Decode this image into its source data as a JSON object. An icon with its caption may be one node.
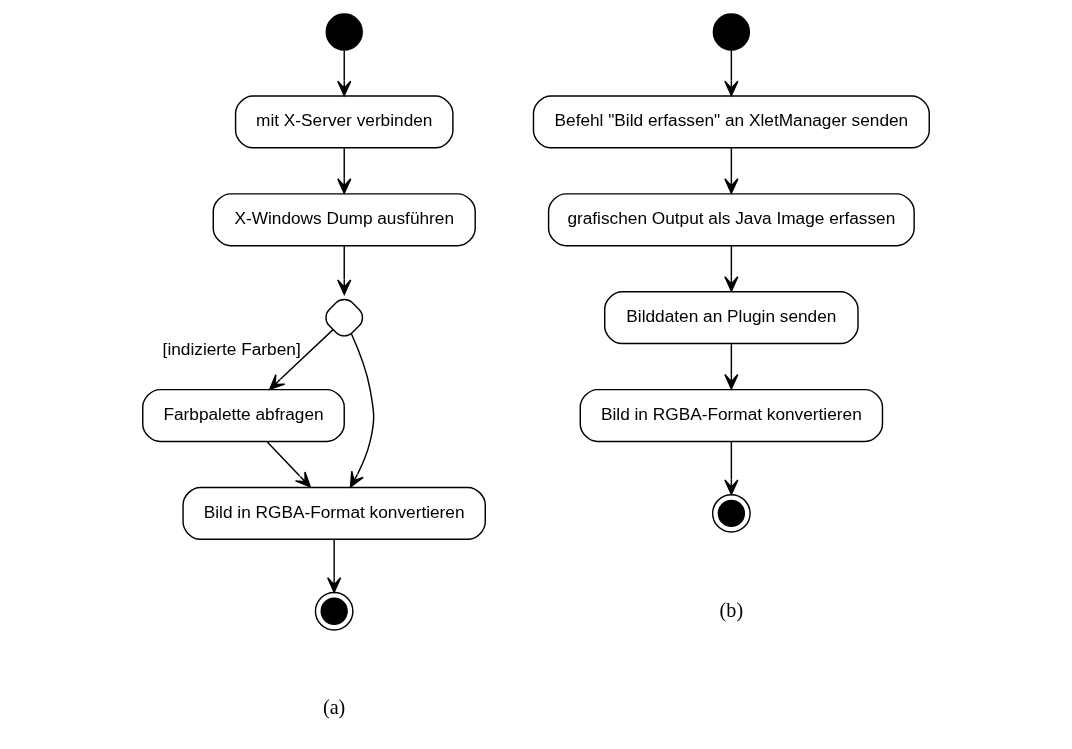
{
  "diagram": {
    "nodes": [
      {
        "text": [],
        "shape": "circle"
      },
      {
        "text": [
          "mit X-Server verbinden"
        ]
      },
      {
        "text": [
          "X-Windows Dump ausführen"
        ]
      },
      {
        "text": [],
        "shape": "diamond"
      },
      {
        "text": [
          "Farbpalette abfragen"
        ]
      },
      {
        "text": [
          "Bild in RGBA-Format konvertieren"
        ]
      },
      {
        "text": [],
        "shape": "bullseye"
      },
      {
        "text": [],
        "shape": "circle"
      },
      {
        "text": [
          "Befehl \"Bild erfassen\" an XletManager senden"
        ]
      },
      {
        "text": [
          "grafischen Output als Java Image erfassen"
        ]
      },
      {
        "text": [
          "Bilddaten an Plugin senden"
        ]
      },
      {
        "text": [
          "Bild in RGBA-Format konvertieren"
        ]
      },
      {
        "text": [],
        "shape": "bullseye"
      }
    ],
    "edges": [
      {
        "from": 0,
        "to": 1,
        "arrow": "to"
      },
      {
        "from": 1,
        "to": 2,
        "arrow": "to"
      },
      {
        "from": 2,
        "to": 3,
        "arrow": "to"
      },
      {
        "from": 3,
        "to": 4,
        "arrow": "to",
        "label": "[indizierte Farben]"
      },
      {
        "from": 3,
        "to": 5,
        "arrow": "to"
      },
      {
        "from": 4,
        "to": 5,
        "arrow": "to"
      },
      {
        "from": 5,
        "to": 6,
        "arrow": "to"
      },
      {
        "from": 7,
        "to": 8,
        "arrow": "to"
      },
      {
        "from": 8,
        "to": 9,
        "arrow": "to"
      },
      {
        "from": 9,
        "to": 10,
        "arrow": "to"
      },
      {
        "from": 10,
        "to": 11,
        "arrow": "to"
      },
      {
        "from": 11,
        "to": 12,
        "arrow": "to"
      }
    ],
    "labels": [
      "(a)",
      "(b)"
    ]
  }
}
